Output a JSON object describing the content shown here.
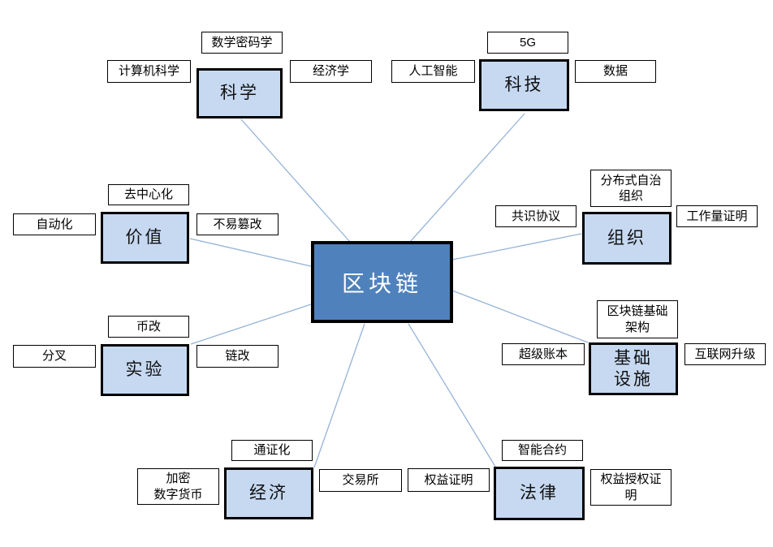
{
  "diagram": {
    "center": {
      "label": "区块链"
    },
    "branches": [
      {
        "id": "science",
        "label": "科学",
        "leaves": [
          "数学密码学",
          "计算机科学",
          "经济学"
        ]
      },
      {
        "id": "technology",
        "label": "科技",
        "leaves": [
          "5G",
          "人工智能",
          "数据"
        ]
      },
      {
        "id": "value",
        "label": "价值",
        "leaves": [
          "去中心化",
          "自动化",
          "不易篡改"
        ]
      },
      {
        "id": "organization",
        "label": "组织",
        "leaves": [
          "分布式自治\n组织",
          "共识协议",
          "工作量证明"
        ]
      },
      {
        "id": "experiment",
        "label": "实验",
        "leaves": [
          "币改",
          "分叉",
          "链改"
        ]
      },
      {
        "id": "infrastructure",
        "label": "基础\n设施",
        "leaves": [
          "区块链基础\n架构",
          "超级账本",
          "互联网升级"
        ]
      },
      {
        "id": "economy",
        "label": "经济",
        "leaves": [
          "通证化",
          "加密\n数字货币",
          "交易所"
        ]
      },
      {
        "id": "law",
        "label": "法律",
        "leaves": [
          "智能合约",
          "权益证明",
          "权益授权证\n明"
        ]
      }
    ],
    "colors": {
      "center_fill": "#4f81bd",
      "center_text": "#ffffff",
      "branch_fill": "#c6d9f1",
      "leaf_fill": "#ffffff",
      "node_border": "#000000",
      "connector": "#95b3d7"
    }
  }
}
